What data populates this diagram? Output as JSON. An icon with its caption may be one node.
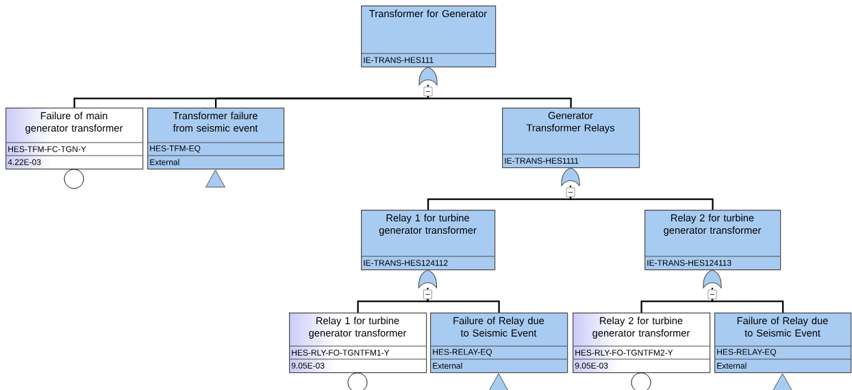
{
  "diagram": {
    "nodes": [
      {
        "text": [
          "Transformer for Generator",
          "IE-TRANS-HES111"
        ]
      },
      {
        "text": [],
        "shape": "gate"
      },
      {
        "text": [
          "Failure of main generator transformer",
          "HES-TFM-FC-TGN-Y",
          "4.22E-03"
        ]
      },
      {
        "text": [
          "Transformer failure from seismic event",
          "HES-TFM-EQ",
          "External"
        ]
      },
      {
        "text": [
          "Generator Transformer Relays",
          "IE-TRANS-HES1111"
        ]
      },
      {
        "text": [],
        "shape": "gate"
      },
      {
        "text": [
          "Relay 1 for turbine generator transformer",
          "IE-TRANS-HES124112"
        ]
      },
      {
        "text": [
          "Relay 2 for turbine generator transformer",
          "IE-TRANS-HES124113"
        ]
      },
      {
        "text": [],
        "shape": "gate"
      },
      {
        "text": [],
        "shape": "gate"
      },
      {
        "text": [
          "Relay 1 for turbine generator transformer",
          "HES-RLY-FO-TGNTFM1-Y",
          "9.05E-03"
        ]
      },
      {
        "text": [
          "Failure of Relay due to Seismic Event",
          "HES-RELAY-EQ",
          "External"
        ]
      },
      {
        "text": [
          "Relay 2 for turbine generator transformer",
          "HES-RLY-FO-TGNTFM2-Y",
          "9.05E-03"
        ]
      },
      {
        "text": [
          "Failure of Relay due to Seismic Event",
          "HES-RELAY-EQ",
          "External"
        ]
      }
    ],
    "edges": [
      {
        "from": 1,
        "to": 2,
        "arrow": "none"
      },
      {
        "from": 1,
        "to": 3,
        "arrow": "none"
      },
      {
        "from": 1,
        "to": 4,
        "arrow": "none"
      },
      {
        "from": 5,
        "to": 6,
        "arrow": "none"
      },
      {
        "from": 5,
        "to": 7,
        "arrow": "none"
      },
      {
        "from": 8,
        "to": 10,
        "arrow": "none"
      },
      {
        "from": 8,
        "to": 11,
        "arrow": "none"
      },
      {
        "from": 9,
        "to": 12,
        "arrow": "none"
      },
      {
        "from": 9,
        "to": 13,
        "arrow": "none"
      }
    ]
  }
}
